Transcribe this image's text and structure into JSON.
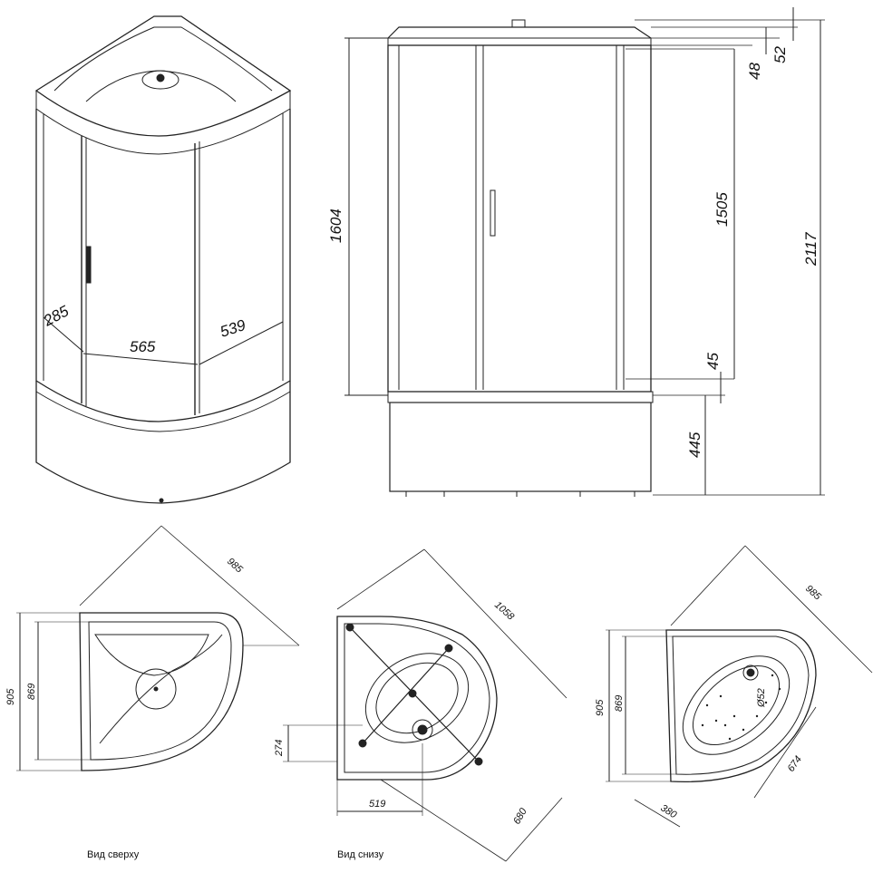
{
  "dimensions": {
    "iso_side_left": "285",
    "iso_front": "565",
    "iso_side_right": "539",
    "glass_height": "1604",
    "top_cap_52": "52",
    "top_cap_48": "48",
    "door_height": "1505",
    "step_45": "45",
    "tray_height": "445",
    "total_height": "2117",
    "top_diag": "985",
    "top_905": "905",
    "top_869": "869",
    "bottom_diag": "1058",
    "bottom_274": "274",
    "bottom_519": "519",
    "bottom_680": "680",
    "tray_diag": "985",
    "tray_905": "905",
    "tray_869": "869",
    "tray_674": "674",
    "tray_380": "380",
    "drain_dia": "Ø52"
  },
  "captions": {
    "top_view": "Вид сверху",
    "bottom_view": "Вид снизу"
  }
}
